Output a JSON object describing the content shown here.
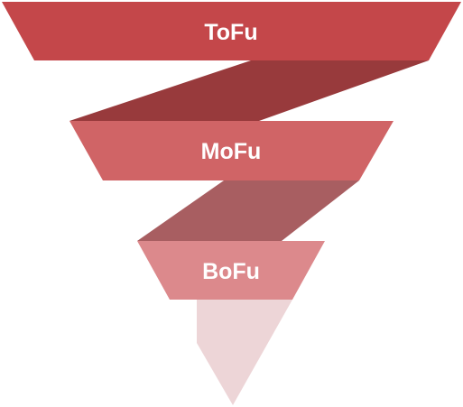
{
  "funnel": {
    "stages": [
      {
        "label": "ToFu",
        "color": "#C4474A"
      },
      {
        "label": "MoFu",
        "color": "#D06466"
      },
      {
        "label": "BoFu",
        "color": "#DC898C"
      }
    ],
    "connector_colors": [
      "#983A3C",
      "#A85E61"
    ],
    "tail_color": "#EDD5D7"
  }
}
